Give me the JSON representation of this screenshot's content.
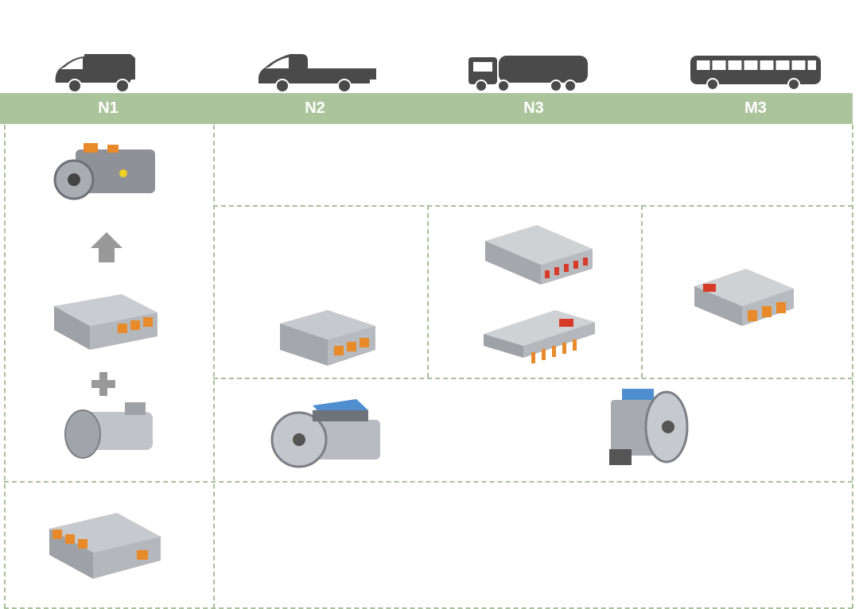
{
  "categories": [
    {
      "label": "N1",
      "icon": "van-icon"
    },
    {
      "label": "N2",
      "icon": "light-truck-icon"
    },
    {
      "label": "N3",
      "icon": "heavy-truck-icon"
    },
    {
      "label": "M3",
      "icon": "bus-icon"
    }
  ],
  "colors": {
    "header_band": "#abc49c",
    "grid_line": "#a9c09a",
    "vehicle": "#4a4a4a",
    "housing": "#b9bcc0",
    "connector": "#e8892a",
    "cover_blue": "#4f8fd0"
  }
}
